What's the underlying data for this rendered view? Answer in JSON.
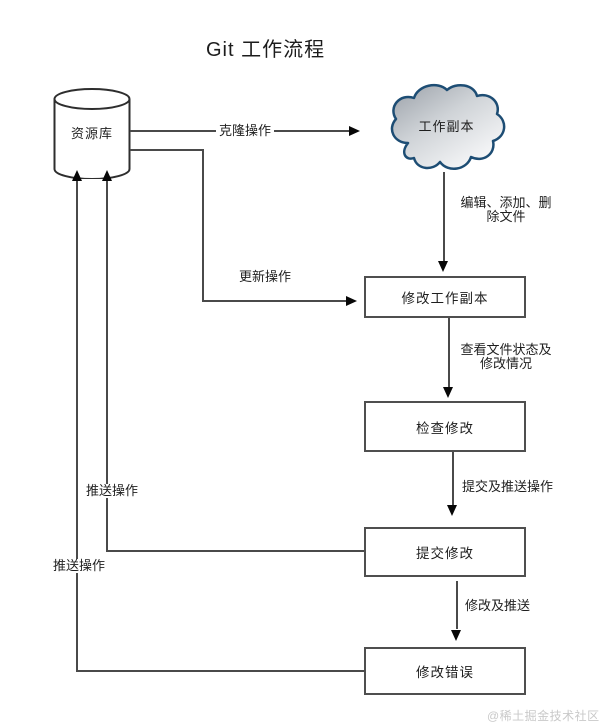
{
  "title": "Git 工作流程",
  "watermark": "@稀土掘金技术社区",
  "nodes": {
    "repository": "资源库",
    "working_copy": "工作副本",
    "modify_working_copy": "修改工作副本",
    "check_changes": "检查修改",
    "commit_changes": "提交修改",
    "fix_errors": "修改错误"
  },
  "edges": {
    "clone": "克隆操作",
    "update": "更新操作",
    "edit_add_delete_line1": "编辑、添加、删",
    "edit_add_delete_line2": "除文件",
    "check_status_line1": "查看文件状态及",
    "check_status_line2": "修改情况",
    "commit_and_push": "提交及推送操作",
    "modify_and_push": "修改及推送",
    "push_from_commit": "推送操作",
    "push_from_fix": "推送操作"
  },
  "colors": {
    "cloud_stroke": "#1d4d74",
    "cloud_fill_dark": "#9aa0a8",
    "cloud_fill_light": "#fdfdfe",
    "line": "#4a4a4a",
    "box_border": "#4f4f4f",
    "arrowhead": "#070707",
    "watermark": "#c9c9c9"
  }
}
